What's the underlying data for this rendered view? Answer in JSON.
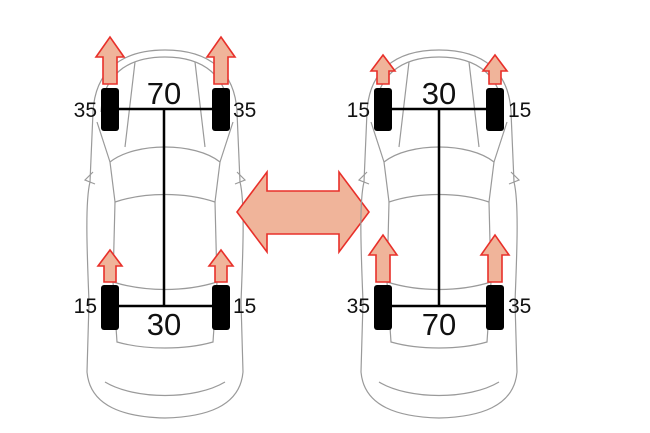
{
  "left_car": {
    "front_total": "70",
    "front_left": "35",
    "front_right": "35",
    "rear_total": "30",
    "rear_left": "15",
    "rear_right": "15"
  },
  "right_car": {
    "front_total": "30",
    "front_left": "15",
    "front_right": "15",
    "rear_total": "70",
    "rear_left": "35",
    "rear_right": "35"
  },
  "colors": {
    "arrow_fill": "#f0b49a",
    "arrow_stroke": "#e8302a",
    "wheel": "#000000",
    "outline": "#9a9a9a"
  }
}
